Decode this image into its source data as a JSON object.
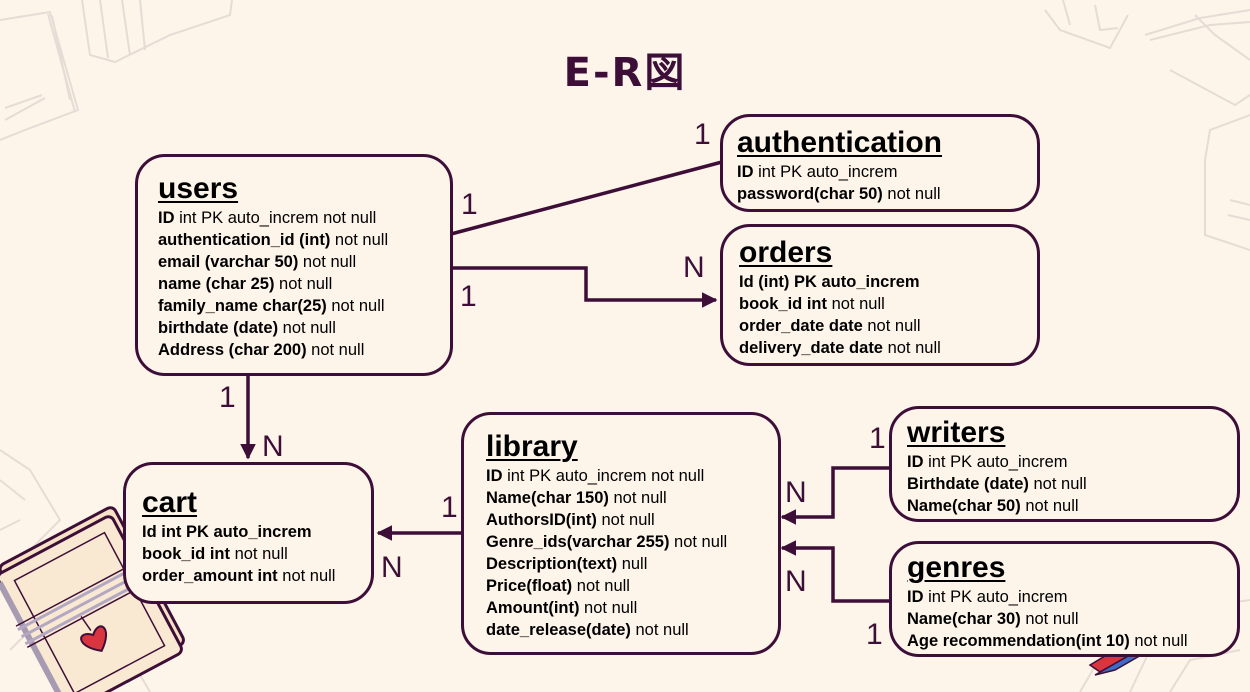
{
  "title": "E-R図",
  "colors": {
    "background": "#fdf4ea",
    "line": "#3d0f38",
    "text": "#000000"
  },
  "entities": {
    "users": {
      "name": "users",
      "attributes": [
        {
          "bold": "ID",
          "rest": " int PK auto_increm not null"
        },
        {
          "bold": "authentication_id (int)",
          "rest": " not null"
        },
        {
          "bold": "email (varchar  50)",
          "rest": " not null"
        },
        {
          "bold": "name (char 25)",
          "rest": " not null"
        },
        {
          "bold": "family_name char(25)",
          "rest": " not null"
        },
        {
          "bold": "birthdate (date)",
          "rest": " not null"
        },
        {
          "bold": "Address (char 200)",
          "rest": " not null"
        }
      ]
    },
    "authentication": {
      "name": "authentication",
      "attributes": [
        {
          "bold": "ID",
          "rest": " int PK auto_increm"
        },
        {
          "bold": "password(char 50)",
          "rest": " not null"
        }
      ]
    },
    "orders": {
      "name": "orders",
      "attributes": [
        {
          "bold": "Id (int) PK auto_increm",
          "rest": ""
        },
        {
          "bold": "book_id int",
          "rest": " not null"
        },
        {
          "bold": "order_date date",
          "rest": " not null"
        },
        {
          "bold": "delivery_date date",
          "rest": " not null"
        }
      ]
    },
    "cart": {
      "name": "cart",
      "attributes": [
        {
          "bold": "Id  int PK auto_increm",
          "rest": ""
        },
        {
          "bold": "book_id int",
          "rest": " not null"
        },
        {
          "bold": "order_amount int",
          "rest": " not null"
        }
      ]
    },
    "library": {
      "name": "library",
      "attributes": [
        {
          "bold": "ID",
          "rest": " int PK auto_increm not null"
        },
        {
          "bold": "Name(char 150)",
          "rest": " not null"
        },
        {
          "bold": "AuthorsID(int)",
          "rest": " not null"
        },
        {
          "bold": "Genre_ids(varchar 255)",
          "rest": " not null"
        },
        {
          "bold": "Description(text)",
          "rest": " null"
        },
        {
          "bold": "Price(float)",
          "rest": " not null"
        },
        {
          "bold": "Amount(int)",
          "rest": " not null"
        },
        {
          "bold": "date_release(date)",
          "rest": " not null"
        }
      ]
    },
    "writers": {
      "name": "writers",
      "attributes": [
        {
          "bold": "ID",
          "rest": " int PK auto_increm"
        },
        {
          "bold": "Birthdate (date)",
          "rest": " not null"
        },
        {
          "bold": "Name(char 50)",
          "rest": " not null"
        }
      ]
    },
    "genres": {
      "name": "genres",
      "attributes": [
        {
          "bold": "ID",
          "rest": " int PK auto_increm"
        },
        {
          "bold": "Name(char 30)",
          "rest": " not null"
        },
        {
          "bold": "Age recommendation(int 10)",
          "rest": " not null"
        }
      ]
    }
  },
  "relationships": [
    {
      "from": "users",
      "to": "authentication",
      "from_card": "1",
      "to_card": "1"
    },
    {
      "from": "users",
      "to": "orders",
      "from_card": "1",
      "to_card": "N"
    },
    {
      "from": "users",
      "to": "cart",
      "from_card": "1",
      "to_card": "N"
    },
    {
      "from": "library",
      "to": "cart",
      "from_card": "1",
      "to_card": "N"
    },
    {
      "from": "writers",
      "to": "library",
      "from_card": "1",
      "to_card": "N"
    },
    {
      "from": "genres",
      "to": "library",
      "from_card": "1",
      "to_card": "N"
    }
  ]
}
